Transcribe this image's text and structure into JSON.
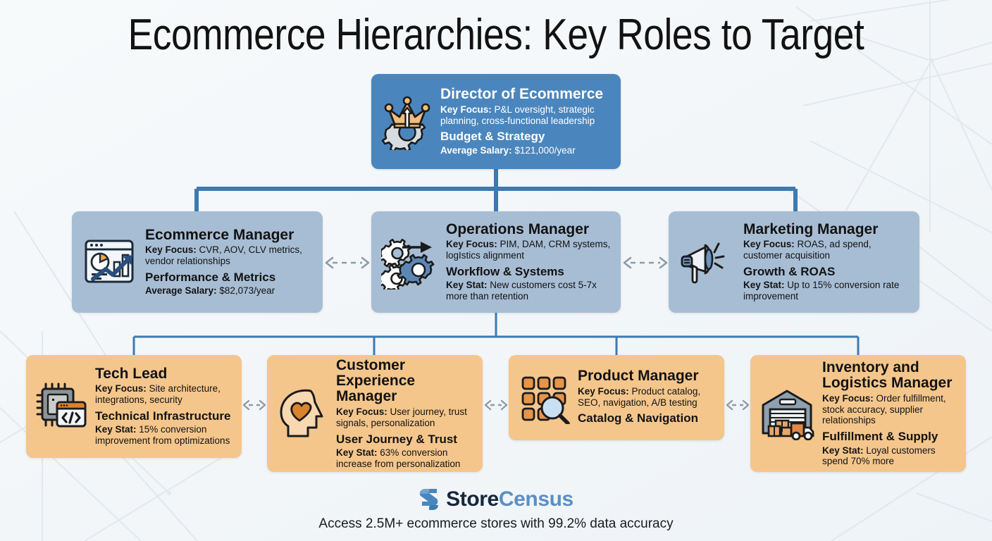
{
  "title": "Ecommerce Hierarchies: Key Roles to Target",
  "colors": {
    "background": "#f4f7f9",
    "level1_card": "#4a86bd",
    "level2_card": "#a7bdd4",
    "level3_card": "#f4c68c",
    "connector": "#3d7ab0",
    "peer_arrow": "#8e9aa6",
    "brand_dark": "#16263c",
    "brand_blue": "#5b8fc4"
  },
  "labels": {
    "key_focus": "Key Focus:",
    "key_stat": "Key Stat:",
    "average_salary": "Average Salary:"
  },
  "levels": {
    "level1": [
      {
        "id": "director-of-ecommerce",
        "icon": "crown-gear-icon",
        "role": "Director of Ecommerce",
        "focus_label": "Key Focus:",
        "focus_text": "P&L oversight, strategic planning, cross-functional leadership",
        "focus_area": "Budget & Strategy",
        "stat_label": "Average Salary:",
        "stat_text": "$121,000/year"
      }
    ],
    "level2": [
      {
        "id": "ecommerce-manager",
        "icon": "analytics-dashboard-icon",
        "role": "Ecommerce Manager",
        "focus_label": "Key Focus:",
        "focus_text": "CVR, AOV, CLV metrics, vendor relationships",
        "focus_area": "Performance & Metrics",
        "stat_label": "Average Salary:",
        "stat_text": "$82,073/year"
      },
      {
        "id": "operations-manager",
        "icon": "gears-workflow-icon",
        "role": "Operations Manager",
        "focus_label": "Key Focus:",
        "focus_text": "PIM, DAM, CRM systems, logIstics alignment",
        "focus_area": "Workflow & Systems",
        "stat_label": "Key Stat:",
        "stat_text": "New customers cost 5-7x more than retention"
      },
      {
        "id": "marketing-manager",
        "icon": "megaphone-icon",
        "role": "Marketing Manager",
        "focus_label": "Key Focus:",
        "focus_text": "ROAS, ad spend, customer acquisition",
        "focus_area": "Growth & ROAS",
        "stat_label": "Key Stat:",
        "stat_text": "Up to 15% conversion rate improvement"
      }
    ],
    "level3": [
      {
        "id": "tech-lead",
        "icon": "microchip-code-icon",
        "role": "Tech Lead",
        "focus_label": "Key Focus:",
        "focus_text": "Site architecture, integrations, security",
        "focus_area": "Technical Infrastructure",
        "stat_label": "Key Stat:",
        "stat_text": "15% conversion improvement from optimizations"
      },
      {
        "id": "customer-experience-manager",
        "icon": "head-heart-icon",
        "role": "Customer Experience Manager",
        "focus_label": "Key Focus:",
        "focus_text": "User journey, trust signals, personalization",
        "focus_area": "User Journey & Trust",
        "stat_label": "Key Stat:",
        "stat_text": "63% conversion increase from personalization"
      },
      {
        "id": "product-manager",
        "icon": "grid-magnifier-icon",
        "role": "Product Manager",
        "focus_label": "Key Focus:",
        "focus_text": "Product catalog, SEO, navigation, A/B testing",
        "focus_area": "Catalog & Navigation",
        "stat_label": "",
        "stat_text": ""
      },
      {
        "id": "inventory-and-logistics-manager",
        "icon": "warehouse-truck-icon",
        "role": "Inventory and Logistics Manager",
        "focus_label": "Key Focus:",
        "focus_text": "Order fulfillment, stock accuracy, supplier relationships",
        "focus_area": "Fulfillment & Supply",
        "stat_label": "Key Stat:",
        "stat_text": "Loyal customers spend 70% more"
      }
    ]
  },
  "footer": {
    "brand_first": "Store",
    "brand_second": "Census",
    "logo_icon": "storecensus-s-logo",
    "tagline": "Access 2.5M+ ecommerce stores with 99.2% data accuracy"
  }
}
